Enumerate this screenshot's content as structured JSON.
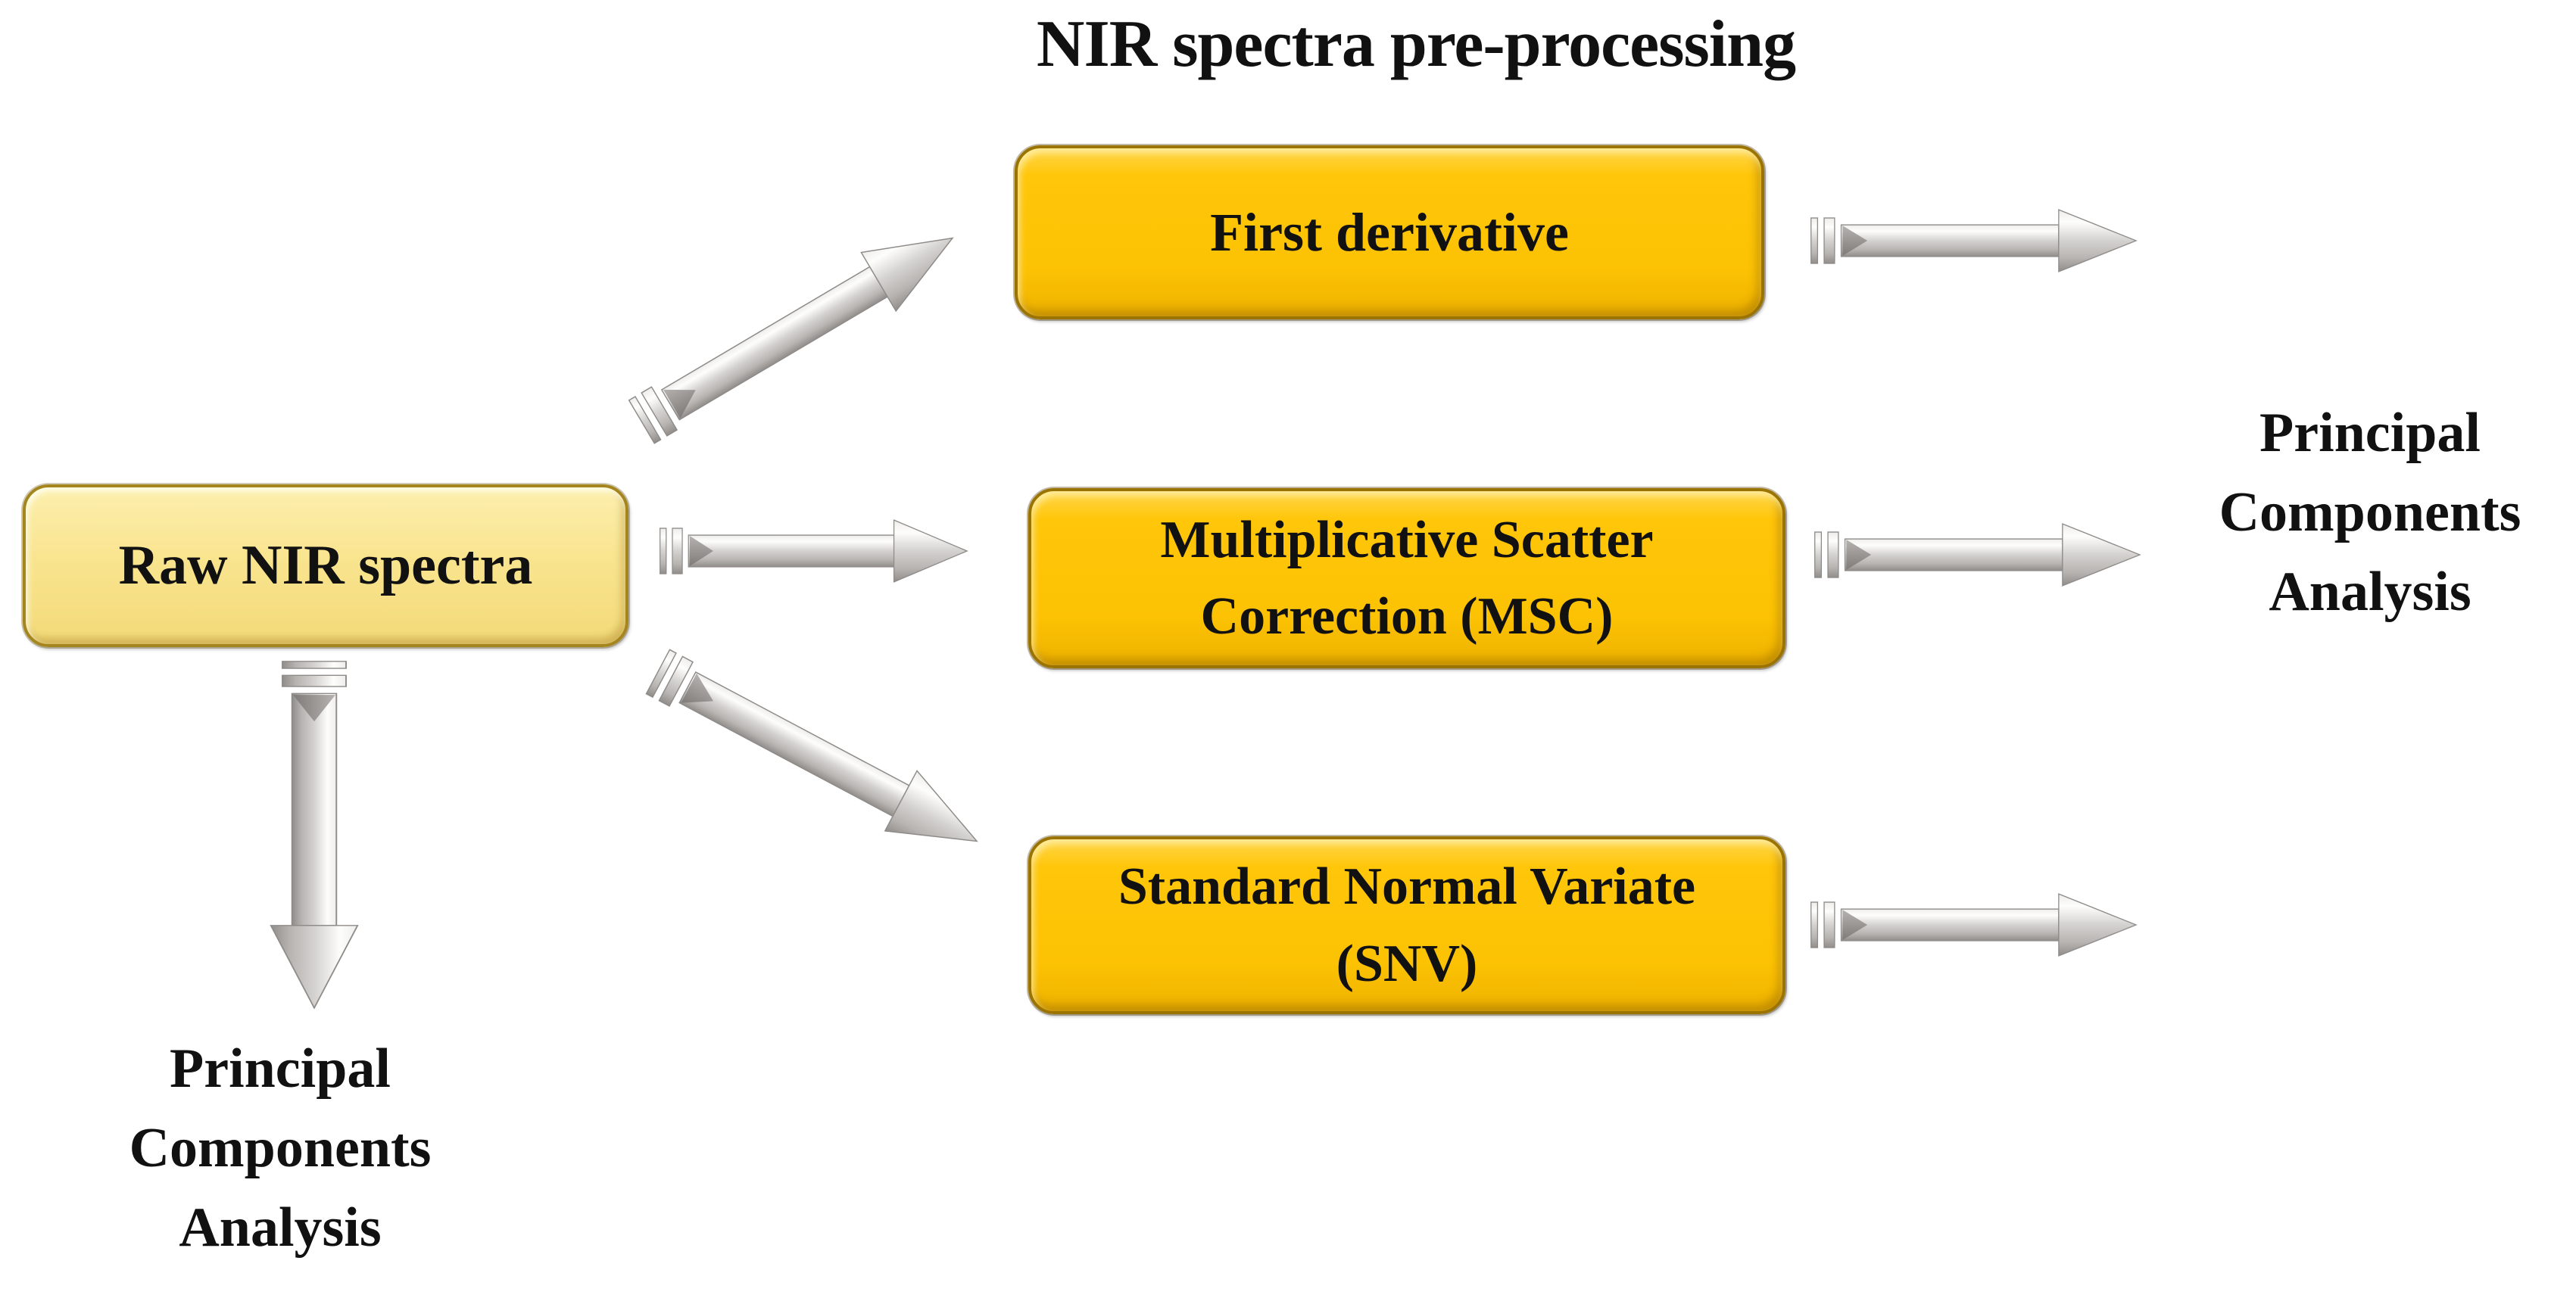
{
  "diagram": {
    "title": "NIR spectra pre-processing",
    "source_box": {
      "label": "Raw NIR spectra"
    },
    "process_boxes": [
      {
        "id": "first-derivative",
        "label": "First derivative"
      },
      {
        "id": "msc",
        "label": "Multiplicative Scatter Correction (MSC)"
      },
      {
        "id": "snv",
        "label": "Standard Normal Variate (SNV)"
      }
    ],
    "right_output_label": "Principal Components Analysis",
    "bottom_output_label": "Principal Components Analysis",
    "colors": {
      "process_box_fill": "#FFC60A",
      "process_box_border": "#9A7300",
      "source_box_fill": "#F8E289",
      "source_box_border": "#A5851E",
      "arrow_silver_light": "#FDFDFC",
      "arrow_silver_dark": "#908D8A",
      "text": "#111111",
      "background": "#FFFFFF"
    }
  }
}
